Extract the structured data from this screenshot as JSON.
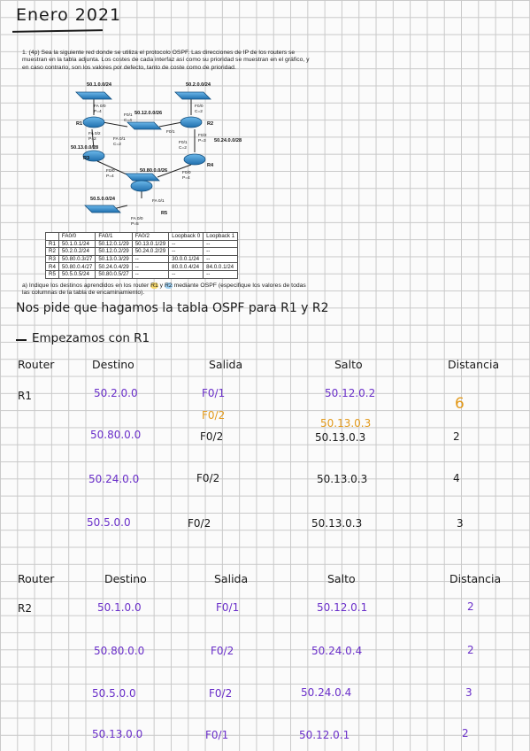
{
  "title": "Enero 2021",
  "problem": {
    "intro": "1. (4p) Sea la siguiente red donde se utiliza el protocolo OSPF. Las direcciones de IP de los routers se muestran en la tabla adjunta. Los costes de cada interfaz así como su prioridad se muestran en el gráfico, y en caso contrario, son los valores por defecto, tanto de coste como de prioridad.",
    "question_a_prefix": "a) Indique los destinos aprendidos en los router",
    "question_a_r1": "R1",
    "question_a_y": " y ",
    "question_a_r2": "R2",
    "question_a_suffix": " mediante OSPF (especifique los valores de todas las columnas de la tabla de encaminamiento)."
  },
  "diagram": {
    "networks": [
      "50.1.0.0/24",
      "50.2.0.0/24",
      "50.12.0.0/26",
      "50.13.0.0/28",
      "50.24.0.0/28",
      "50.80.0.0/26",
      "50.5.0.0/24"
    ],
    "routers": [
      "R1",
      "R2",
      "R3",
      "R4",
      "R5"
    ],
    "labels": {
      "r1_fa00": "FA 0/0",
      "r1_p4": "P=4",
      "r1_f01": "F0/1",
      "r1_c4": "C=4",
      "r1_fa02": "FA 0/2",
      "r1_p2": "P=2",
      "r2_f00": "F0/0",
      "r2_c2": "C=2",
      "r2_f01": "F0/1",
      "r2_f02": "F0/2",
      "r2_p3": "P=3",
      "r3_fa01": "FA 0/1",
      "r3_c2": "C=2",
      "r3_f00": "F0/0",
      "r3_p4": "P=4",
      "r4_f01": "F0/1",
      "r4_c2": "C=2",
      "r4_f00": "F0/0",
      "r4_p4": "P=4",
      "r5_fa01": "FA 0/1",
      "r5_fa00": "FA 0/0",
      "r5_p5": "P=5"
    }
  },
  "address_table": {
    "headers": [
      "",
      "FA0/0",
      "FA0/1",
      "FA0/2",
      "Loopback 0",
      "Loopback 1"
    ],
    "rows": [
      [
        "R1",
        "50.1.0.1/24",
        "50.12.0.1/29",
        "50.13.0.1/29",
        "--",
        "--"
      ],
      [
        "R2",
        "50.2.0.2/24",
        "50.12.0.2/29",
        "50.24.0.2/29",
        "--",
        "--"
      ],
      [
        "R3",
        "50.80.0.3/27",
        "50.13.0.3/29",
        "--",
        "30.0.0.1/24",
        "--"
      ],
      [
        "R4",
        "50.80.0.4/27",
        "50.24.0.4/29",
        "--",
        "80.0.0.4/24",
        "84.0.0.1/24"
      ],
      [
        "R5",
        "50.5.0.5/24",
        "50.80.0.5/27",
        "--",
        "--",
        "--"
      ]
    ]
  },
  "notes": {
    "line1": "Nos pide que hagamos la tabla OSPF para R1 y R2",
    "line2": "Empezamos con R1"
  },
  "tables": {
    "headers": {
      "router": "Router",
      "destino": "Destino",
      "salida": "Salida",
      "salto": "Salto",
      "distancia": "Distancia"
    },
    "headers_r2": {
      "router": "Router",
      "destino": "Destino",
      "salida": "Salida",
      "salto": "Salto",
      "distancia": "Distancia"
    },
    "r1": {
      "router": "R1",
      "rows": [
        {
          "destino": "50.2.0.0",
          "salida": "F0/1",
          "salida_alt": "F0/2",
          "salto": "50.12.0.2",
          "salto_alt": "50.13.0.3",
          "distancia": "6"
        },
        {
          "destino": "50.80.0.0",
          "salida": "F0/2",
          "salto": "50.13.0.3",
          "distancia": "2"
        },
        {
          "destino": "50.24.0.0",
          "salida": "F0/2",
          "salto": "50.13.0.3",
          "distancia": "4"
        },
        {
          "destino": "50.5.0.0",
          "salida": "F0/2",
          "salto": "50.13.0.3",
          "distancia": "3"
        }
      ]
    },
    "r2": {
      "router": "R2",
      "rows": [
        {
          "destino": "50.1.0.0",
          "salida": "F0/1",
          "salto": "50.12.0.1",
          "distancia": "2"
        },
        {
          "destino": "50.80.0.0",
          "salida": "F0/2",
          "salto": "50.24.0.4",
          "distancia": "2"
        },
        {
          "destino": "50.5.0.0",
          "salida": "F0/2",
          "salto": "50.24.0.4",
          "distancia": "3"
        },
        {
          "destino": "50.13.0.0",
          "salida": "F0/1",
          "salto": "50.12.0.1",
          "distancia": "2"
        }
      ]
    }
  },
  "colors": {
    "ink_black": "#1b1b1b",
    "ink_purple": "#6a2fc9",
    "ink_orange": "#e39a1b",
    "router_blue": "#2e86c9",
    "grid": "#c9c9c9"
  }
}
